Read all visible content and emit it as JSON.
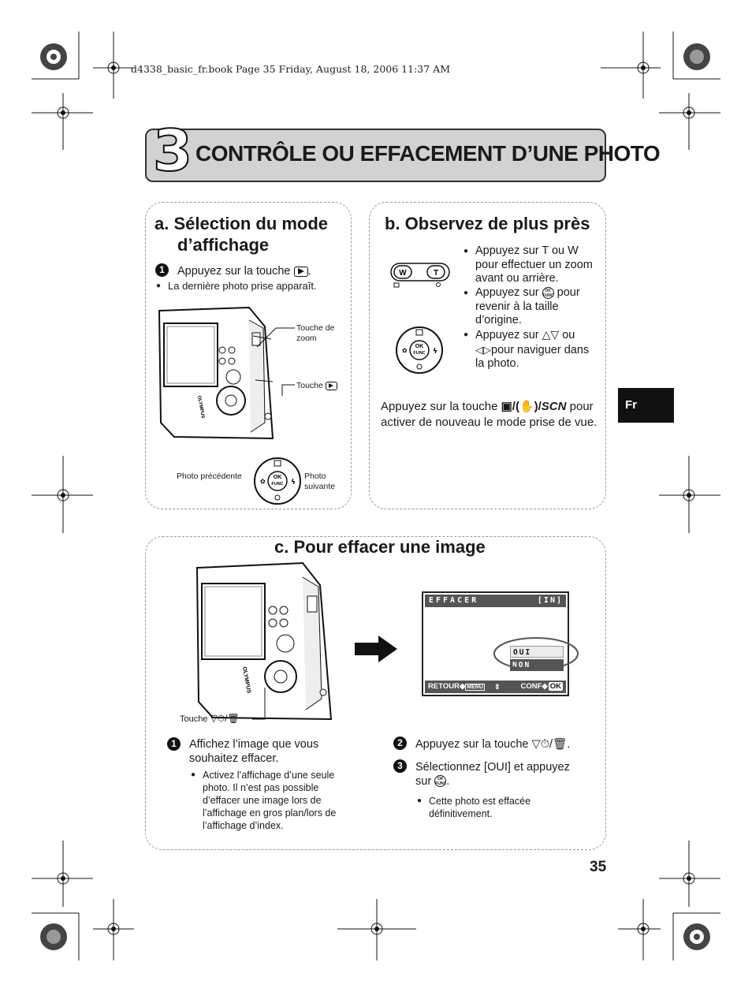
{
  "header": {
    "print_line": "d4338_basic_fr.book  Page 35  Friday, August 18, 2006  11:37 AM"
  },
  "chapter": {
    "number": "3",
    "title": "CONTRÔLE OU EFFACEMENT D’UNE PHOTO"
  },
  "section_a": {
    "title_line1": "a.  Sélection du mode",
    "title_line2": "d’affichage",
    "step1_num": "1",
    "step1_text": "Appuyez sur la touche",
    "step1_bullet": "La dernière photo prise apparaît.",
    "label_zoom": "Touche de zoom",
    "label_play": "Touche",
    "label_prev": "Photo précédente",
    "label_next": "Photo suivante",
    "brand": "OLYMPUS"
  },
  "section_b": {
    "title": "b. Observez de plus près",
    "bullet1": "Appuyez sur T ou W pour effectuer un zoom avant ou arrière.",
    "bullet2_pre": "Appuyez sur",
    "bullet2_post": "pour revenir à la taille d’origine.",
    "bullet3_pre": "Appuyez sur",
    "bullet3_mid": "ou",
    "bullet3_post": "pour naviguer dans la photo.",
    "para_pre": "Appuyez sur la touche",
    "para_icons": "/(   )/SCN",
    "para_post": "pour activer de nouveau le mode prise de vue.",
    "btn_w": "W",
    "btn_t": "T"
  },
  "section_c": {
    "title": "c. Pour effacer une image",
    "label_touche": "Touche",
    "step1_num": "1",
    "step1_text": "Affichez l’image que vous souhaitez effacer.",
    "step1_bullet": "Activez l’affichage d’une seule photo. Il n’est pas possible d’effacer une image lors de l’affichage en gros plan/lors de l’affichage d’index.",
    "step2_num": "2",
    "step2_text": "Appuyez sur la touche",
    "step3_num": "3",
    "step3_text_a": "Sélectionnez [OUI] et appuyez",
    "step3_text_b": "sur",
    "step3_bullet": "Cette photo est effacée définitivement.",
    "lcd": {
      "title": "EFFACER",
      "memory": "[IN]",
      "opt_yes": "OUI",
      "opt_no": "NON",
      "back": "RETOUR",
      "menu": "MENU",
      "conf": "CONF",
      "ok": "OK"
    }
  },
  "sidebar_tab": "Fr",
  "page_number": "35",
  "ok_func": {
    "ok": "OK",
    "func": "FUNC"
  }
}
